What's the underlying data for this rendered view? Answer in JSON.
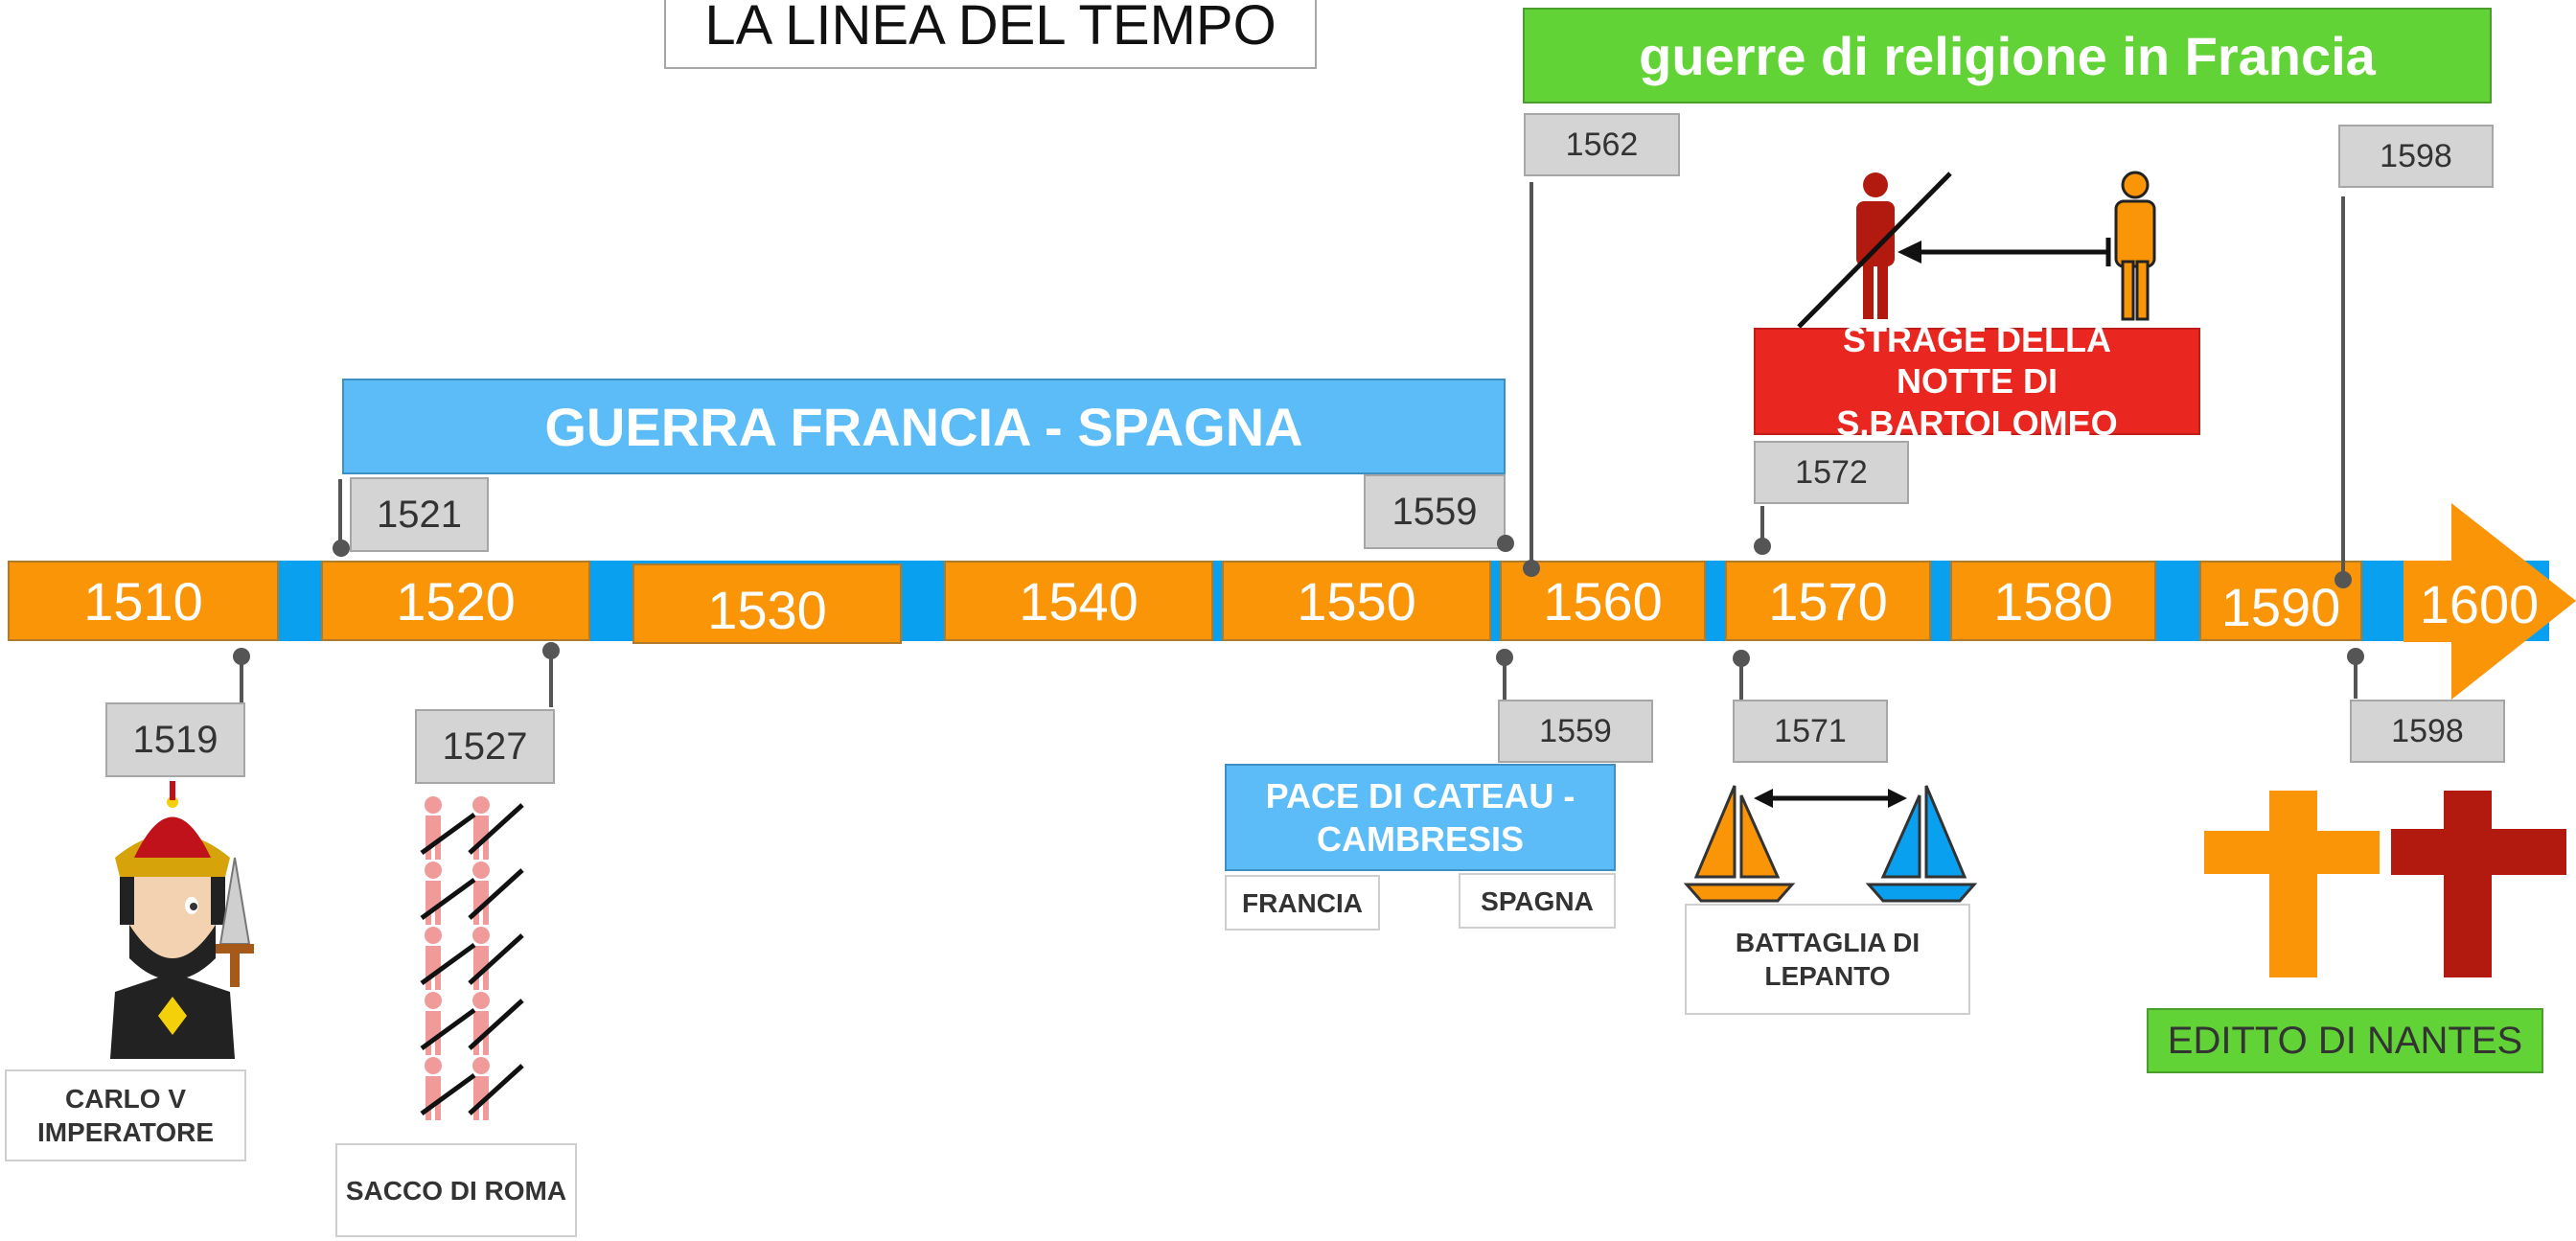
{
  "title": "LA LINEA DEL TEMPO",
  "bands": {
    "religion_wars": "guerre di religione in Francia",
    "france_spain_war": "GUERRA FRANCIA - SPAGNA"
  },
  "decades": [
    "1510",
    "1520",
    "1530",
    "1540",
    "1550",
    "1560",
    "1570",
    "1580",
    "1590",
    "1600"
  ],
  "markers": {
    "m1521": "1521",
    "m1559_top": "1559",
    "m1562": "1562",
    "m1572": "1572",
    "m1598_top": "1598",
    "m1519": "1519",
    "m1527": "1527",
    "m1559_bottom": "1559",
    "m1571": "1571",
    "m1598_bottom": "1598"
  },
  "events": {
    "carlo": "CARLO V IMPERATORE",
    "sacco": "SACCO DI ROMA",
    "pace": "PACE DI CATEAU - CAMBRESIS",
    "francia": "FRANCIA",
    "spagna": "SPAGNA",
    "lepanto": "BATTAGLIA DI LEPANTO",
    "strage": "STRAGE DELLA NOTTE DI S.BARTOLOMEO",
    "nantes": "EDITTO DI NANTES"
  },
  "colors": {
    "orange": "#fb9508",
    "strip_blue": "#0aa0f0",
    "band_blue": "#5bbcf7",
    "green": "#62d336",
    "red": "#ea2620",
    "dark_red": "#b31a0f"
  }
}
